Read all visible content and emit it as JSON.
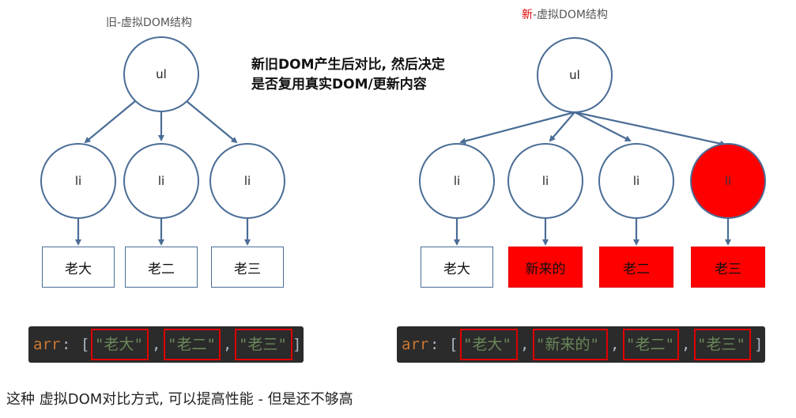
{
  "left": {
    "title": "旧-虚拟DOM结构",
    "root": "ul",
    "children": [
      "li",
      "li",
      "li"
    ],
    "texts": [
      "老大",
      "老二",
      "老三"
    ],
    "code": {
      "var": "arr",
      "colon": ":",
      "open": "[",
      "items": [
        "\"老大\"",
        "\"老二\"",
        "\"老三\""
      ],
      "sep": ",",
      "close": "]"
    }
  },
  "right": {
    "title_highlight": "新",
    "title_rest": "-虚拟DOM结构",
    "root": "ul",
    "children": [
      "li",
      "li",
      "li",
      "li"
    ],
    "texts": [
      "老大",
      "新来的",
      "老二",
      "老三"
    ],
    "code": {
      "var": "arr",
      "colon": ":",
      "open": "[",
      "items": [
        "\"老大\"",
        "\"新来的\"",
        "\"老二\"",
        "\"老三\""
      ],
      "sep": ",",
      "close": "]"
    }
  },
  "note": {
    "line1": "新旧DOM产生后对比, 然后决定",
    "line2": "是否复用真实DOM/更新内容"
  },
  "caption": "这种 虚拟DOM对比方式, 可以提高性能 - 但是还不够高",
  "colors": {
    "node_border": "#4a6d96",
    "changed": "#ff0000",
    "highlight_border": "#e00000",
    "code_bg": "#2b2b2b",
    "code_keyword": "#cc7832",
    "code_string": "#6a8759"
  }
}
